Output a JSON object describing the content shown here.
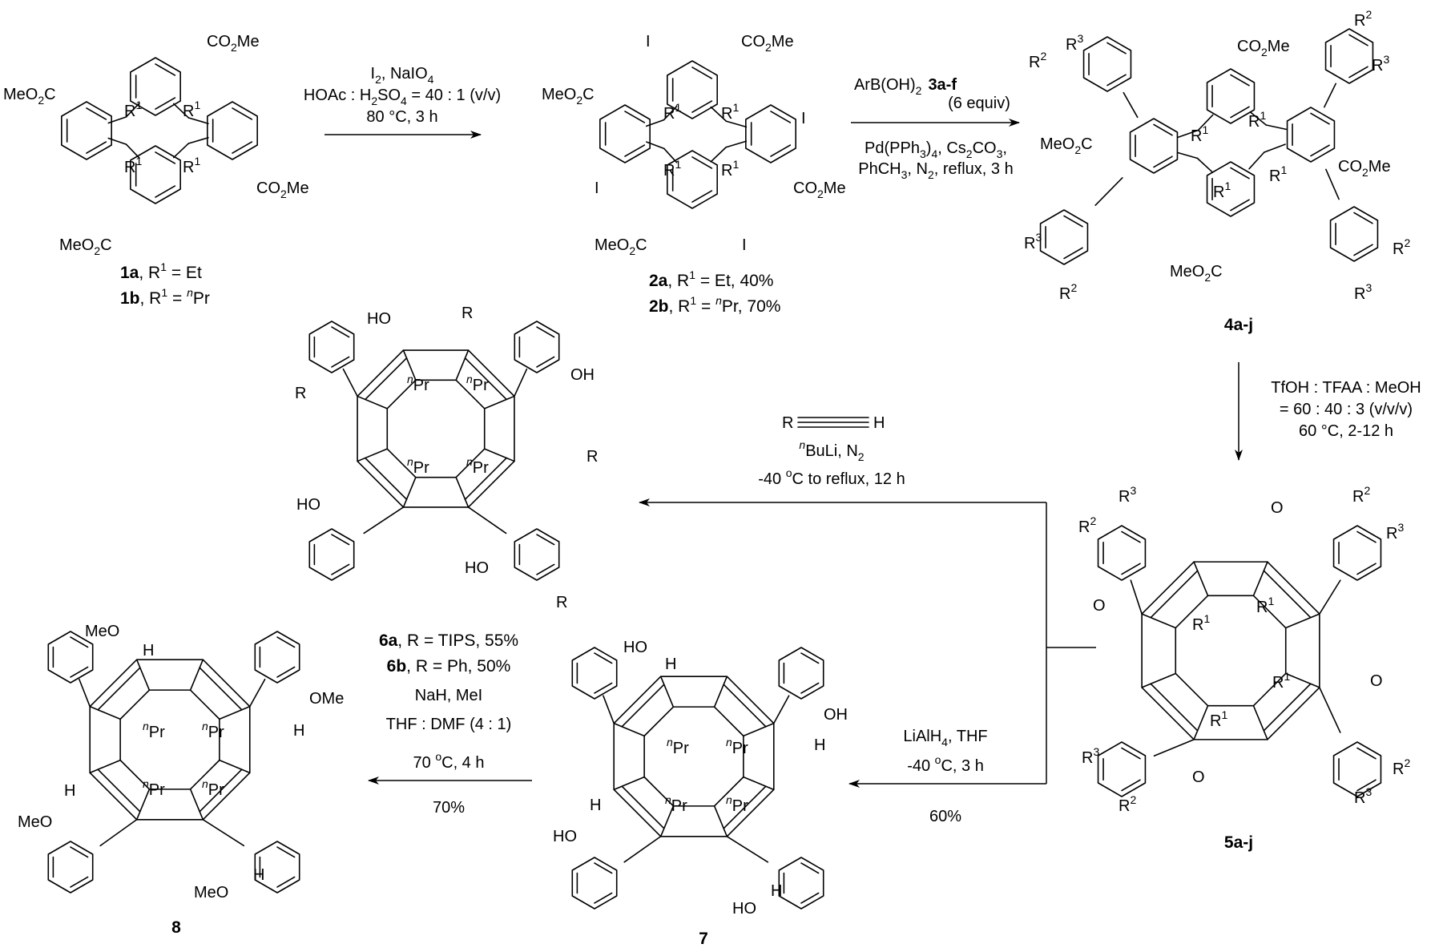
{
  "compounds": {
    "c1": {
      "label_a": "1a",
      "sub_a": ", R",
      "sup_a": "1",
      "tail_a": " = Et",
      "label_b": "1b",
      "sub_b": ", R",
      "sup_b": "1",
      "eq_b": " = ",
      "pre_b": "n",
      "tail_b": "Pr"
    },
    "c2": {
      "label_a": "2a",
      "tail_a": " = Et, 40%",
      "label_b": "2b",
      "tail_b": "Pr, 70%"
    },
    "c4": {
      "label": "4a-j"
    },
    "c5": {
      "label": "5a-j"
    },
    "c6": {
      "label_a": "6a",
      "tail_a": ", R = TIPS, 55%",
      "label_b": "6b",
      "tail_b": ", R = Ph, 50%"
    },
    "c7": {
      "label": "7"
    },
    "c8": {
      "label": "8"
    }
  },
  "atoms": {
    "co2me": "CO",
    "me": "Me",
    "meo2c_a": "MeO",
    "meo2c_c": "C",
    "two": "2",
    "I": "I",
    "R": "R",
    "R1": "R",
    "sup1": "1",
    "sup2": "2",
    "sup3": "3",
    "n": "n",
    "Pr": "Pr",
    "HO": "HO",
    "OH": "OH",
    "H": "H",
    "O": "O",
    "MeO": "MeO",
    "OMe": "OMe"
  },
  "reactions": {
    "r1": {
      "line1_a": "I",
      "line1_sub": "2",
      "line1_b": ", NaIO",
      "line1_sub2": "4",
      "line2_a": "HOAc : H",
      "line2_sub": "2",
      "line2_b": "SO",
      "line2_sub2": "4",
      "line2_c": " = 40 : 1 (v/v)",
      "line3": "80 °C, 3 h"
    },
    "r2": {
      "line1_a": "ArB(OH)",
      "line1_sub": "2",
      "line1_b": "3a-f",
      "line2": "(6 equiv)",
      "line3_a": "Pd(PPh",
      "line3_sub": "3",
      "line3_b": ")",
      "line3_sub2": "4",
      "line3_c": ", Cs",
      "line3_sub3": "2",
      "line3_d": "CO",
      "line3_sub4": "3",
      "line3_e": ",",
      "line4_a": "PhCH",
      "line4_sub": "3",
      "line4_b": ", N",
      "line4_sub2": "2",
      "line4_c": ", reflux, 3 h"
    },
    "r3": {
      "line1": "TfOH : TFAA : MeOH",
      "line2": "= 60 : 40 : 3 (v/v/v)",
      "line3": "60 °C, 2-12 h"
    },
    "r4": {
      "reagent_R": "R",
      "reagent_H": "H",
      "line2_pre": "n",
      "line2_a": "BuLi, N",
      "line2_sub": "2",
      "line3_a": "-40 ",
      "line3_sup": "o",
      "line3_b": "C to reflux, 12 h"
    },
    "r5": {
      "line1": "LiAlH",
      "line1_sub": "4",
      "line1_b": ", THF",
      "line2_a": "-40 ",
      "line2_sup": "o",
      "line2_b": "C, 3 h",
      "line3": "60%"
    },
    "r6": {
      "line1": "NaH, MeI",
      "line2": "THF : DMF (4 : 1)",
      "line3_a": "70 ",
      "line3_sup": "o",
      "line3_b": "C, 4 h",
      "line4": "70%"
    }
  }
}
